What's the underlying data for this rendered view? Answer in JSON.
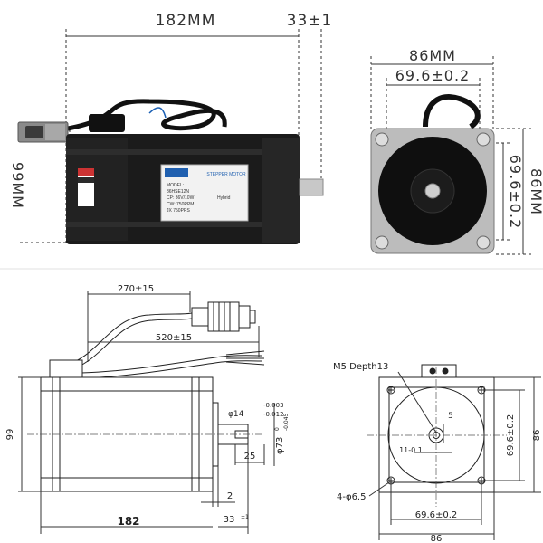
{
  "photo": {
    "dim_length": "182MM",
    "dim_shaft": "33±1",
    "dim_height": "99MM",
    "dim_flange_width": "86MM",
    "dim_bolt_width": "69.6±0.2",
    "dim_flange_height": "86MM",
    "dim_bolt_height": "69.6±0.2",
    "label": {
      "line1": "MODEL:",
      "line2": "86HSE12N",
      "line3": "CP: 36V/10W",
      "line4": "Hybrid",
      "line5": "CW: 750RPM",
      "line6": "JX 750PRS",
      "brand": "STEPPER MOTOR"
    }
  },
  "drawing": {
    "cable_270": "270±15",
    "cable_520": "520±15",
    "height_99": "99",
    "shaft_dia": "φ14",
    "shaft_tol_upper": "-0.003",
    "shaft_tol_lower": "-0.012",
    "pilot_dia": "φ73",
    "pilot_tol_upper": "0",
    "pilot_tol_lower": "-0.045",
    "key_len": "25",
    "flange_th": "2",
    "body_len": "182",
    "shaft_len": "33",
    "shaft_len_tol": "±1",
    "thread": "M5 Depth13",
    "key_depth": "5",
    "flat": "11-0.1",
    "holes": "4-φ6.5",
    "bolt_h": "69.6±0.2",
    "bolt_v": "69.6±0.2",
    "flange_h": "86",
    "flange_v": "86"
  }
}
